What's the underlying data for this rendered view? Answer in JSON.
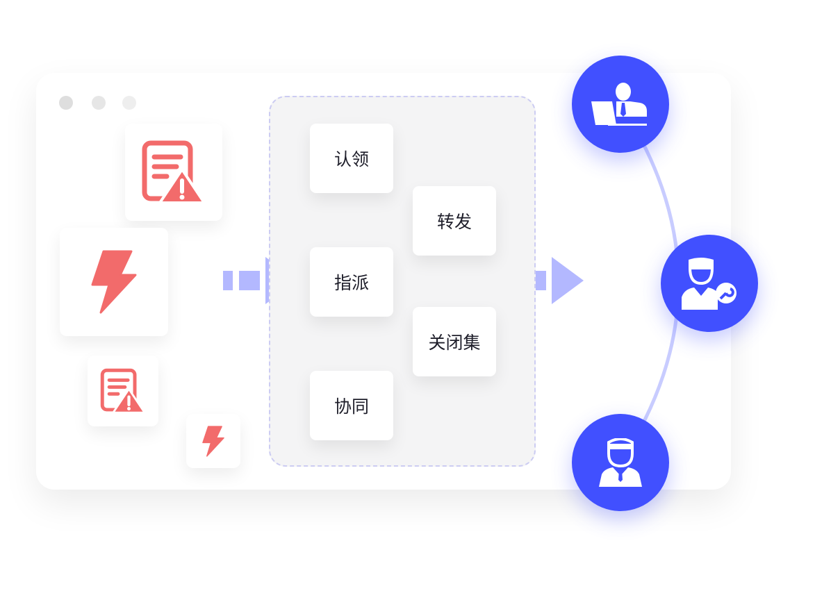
{
  "actions": [
    "认领",
    "转发",
    "指派",
    "关闭集",
    "协同"
  ],
  "colors": {
    "accent": "#4150ff",
    "alert": "#f26b6b",
    "arrow": "#b3b8ff"
  },
  "icons": {
    "alerts": [
      "document-warning-icon",
      "lightning-icon",
      "document-warning-icon",
      "lightning-icon"
    ],
    "roles": [
      "manager-icon",
      "service-engineer-icon",
      "user-icon"
    ]
  }
}
